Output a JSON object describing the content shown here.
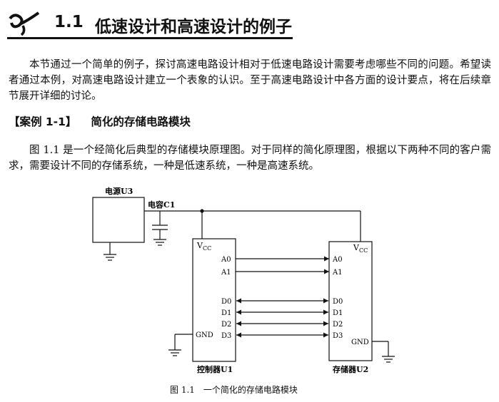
{
  "section": {
    "number": "1.1",
    "title": "低速设计和高速设计的例子",
    "logo_icon": "section-swirl-icon"
  },
  "paragraphs": [
    "本节通过一个简单的例子，探讨高速电路设计相对于低速电路设计需要考虑哪些不同的问题。希望读者通过本例，对高速电路设计建立一个表象的认识。至于高速电路设计中各方面的设计要点，将在后续章节展开详细的讨论。",
    "图 1.1 是一个经简化后典型的存储模块原理图。对于同样的简化原理图，根据以下两种不同的客户需求，需要设计不同的存储系统，一种是低速系统，一种是高速系统。"
  ],
  "case": {
    "tag": "【案例 1-1】",
    "title": "简化的存储电路模块"
  },
  "figure": {
    "power_label": "电源U3",
    "capacitor_label": "电容C1",
    "controller": {
      "name": "控制器U1",
      "vcc": "V",
      "vcc_sub": "CC",
      "gnd": "GND",
      "pins": [
        "A0",
        "A1",
        "D0",
        "D1",
        "D2",
        "D3"
      ]
    },
    "memory": {
      "name": "存储器U2",
      "vcc": "V",
      "vcc_sub": "CC",
      "gnd": "GND",
      "pins": [
        "A0",
        "A1",
        "D0",
        "D1",
        "D2",
        "D3"
      ]
    },
    "caption": "图 1.1　一个简化的存储电路模块"
  }
}
